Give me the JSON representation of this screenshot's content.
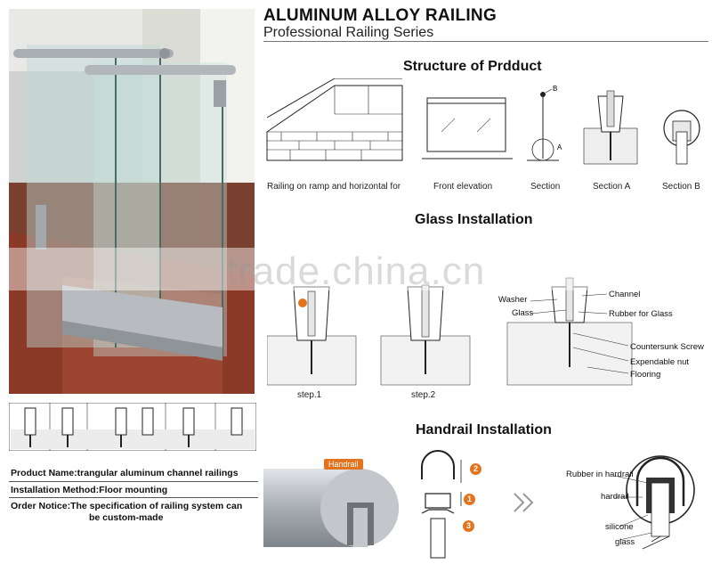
{
  "header": {
    "title": "ALUMINUM ALLOY RAILING",
    "subtitle": "Professional Railing Series"
  },
  "structure": {
    "heading": "Structure of Prdduct",
    "captions": [
      "Railing on ramp and horizontal for",
      "Front elevation",
      "Section",
      "Section A",
      "Section B"
    ],
    "section_marks": {
      "a": "A",
      "b": "B"
    }
  },
  "glass_installation": {
    "heading": "Glass Installation",
    "steps": [
      "step.1",
      "step.2"
    ],
    "labels": {
      "washer": "Washer",
      "glass": "Glass",
      "channel": "Channel",
      "rubber": "Rubber for Glass",
      "screw": "Countersunk Screw",
      "nut": "Expendable nut",
      "flooring": "Flooring"
    }
  },
  "handrail_installation": {
    "heading": "Handrail Installation",
    "tag": "Handrail",
    "numbers": [
      "1",
      "2",
      "3"
    ],
    "labels": {
      "rubber": "Rubber in hardrail",
      "hardrail": "hardrail",
      "silicone": "silicone",
      "glass": "glass"
    }
  },
  "product_info": {
    "name": "Product Name:trangular aluminum channel railings",
    "method": "Installation Method:Floor mounting",
    "notice_1": "Order Notice:The specification of railing system can",
    "notice_2": "be custom-made"
  },
  "watermark": "trade.china.cn",
  "colors": {
    "accent": "#e4731e",
    "wood": "#8b3a28",
    "metal": "#b8bcc0"
  }
}
